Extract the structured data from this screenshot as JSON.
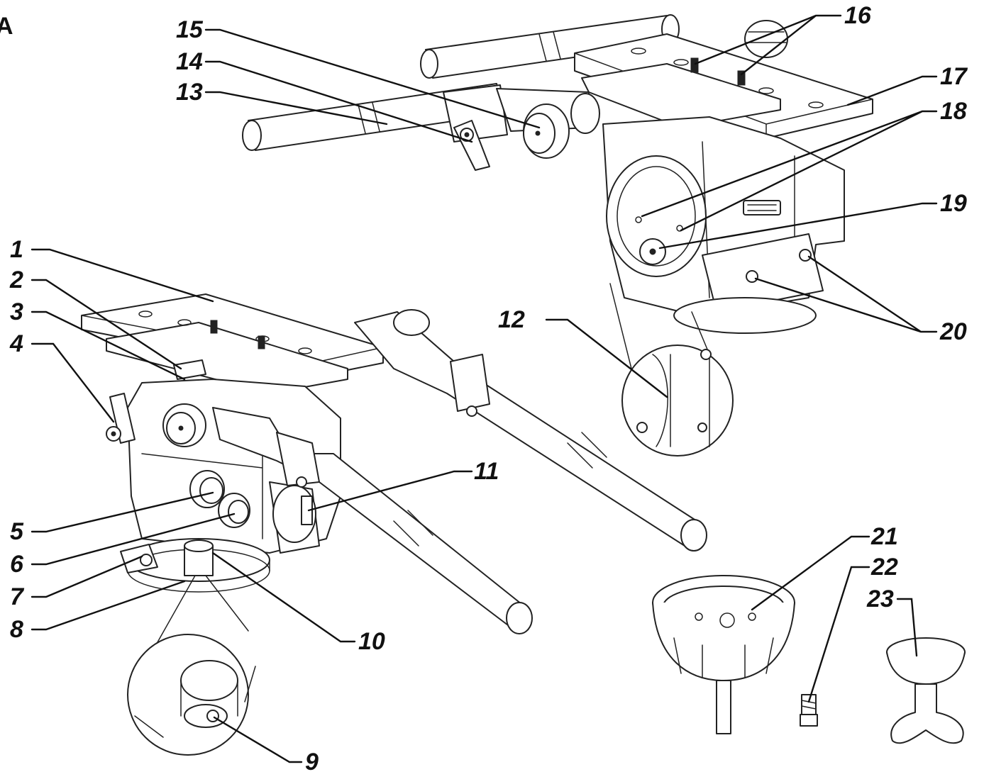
{
  "figure_letter": "A",
  "callouts": [
    "1",
    "2",
    "3",
    "4",
    "5",
    "6",
    "7",
    "8",
    "9",
    "10",
    "11",
    "12",
    "13",
    "14",
    "15",
    "16",
    "17",
    "18",
    "19",
    "20",
    "21",
    "22",
    "23"
  ],
  "colors": {
    "ink": "#222222",
    "background": "#ffffff"
  }
}
